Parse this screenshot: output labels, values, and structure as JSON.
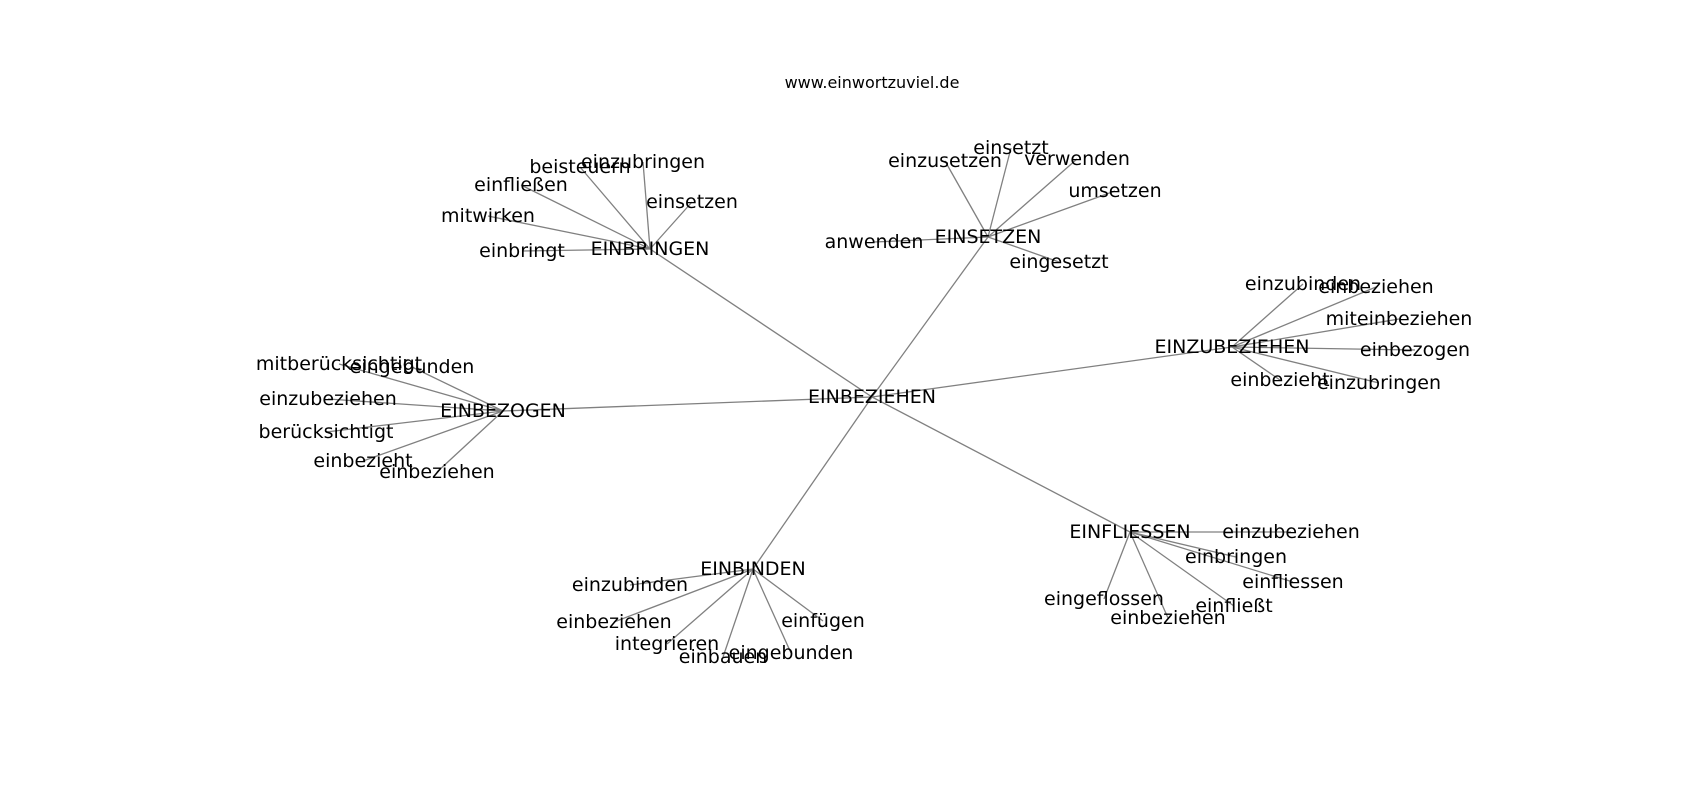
{
  "source": "www.einwortzuviel.de",
  "colors": {
    "edge": "#808080",
    "text": "#000000",
    "background": "#ffffff"
  },
  "root": "EINBEZIEHEN",
  "clusters": [
    {
      "hub": "EINBRINGEN",
      "words": [
        "beisteuern",
        "einzubringen",
        "einfließen",
        "einsetzen",
        "mitwirken",
        "einbringt"
      ]
    },
    {
      "hub": "EINSETZEN",
      "words": [
        "einsetzt",
        "einzusetzen",
        "verwenden",
        "umsetzen",
        "anwenden",
        "eingesetzt"
      ]
    },
    {
      "hub": "EINZUBEZIEHEN",
      "words": [
        "einzubinden",
        "einbeziehen",
        "miteinbeziehen",
        "einbezogen",
        "einbezieht",
        "einzubringen"
      ]
    },
    {
      "hub": "EINBEZOGEN",
      "words": [
        "mitberücksichtigt",
        "eingebunden",
        "einzubeziehen",
        "berücksichtigt",
        "einbezieht",
        "einbeziehen"
      ]
    },
    {
      "hub": "EINFLIESSEN",
      "words": [
        "einzubeziehen",
        "einbringen",
        "einfliessen",
        "eingeflossen",
        "einbeziehen",
        "einfließt"
      ]
    },
    {
      "hub": "EINBINDEN",
      "words": [
        "einzubinden",
        "einbeziehen",
        "einfügen",
        "integrieren",
        "einbauen",
        "eingebunden"
      ]
    }
  ]
}
